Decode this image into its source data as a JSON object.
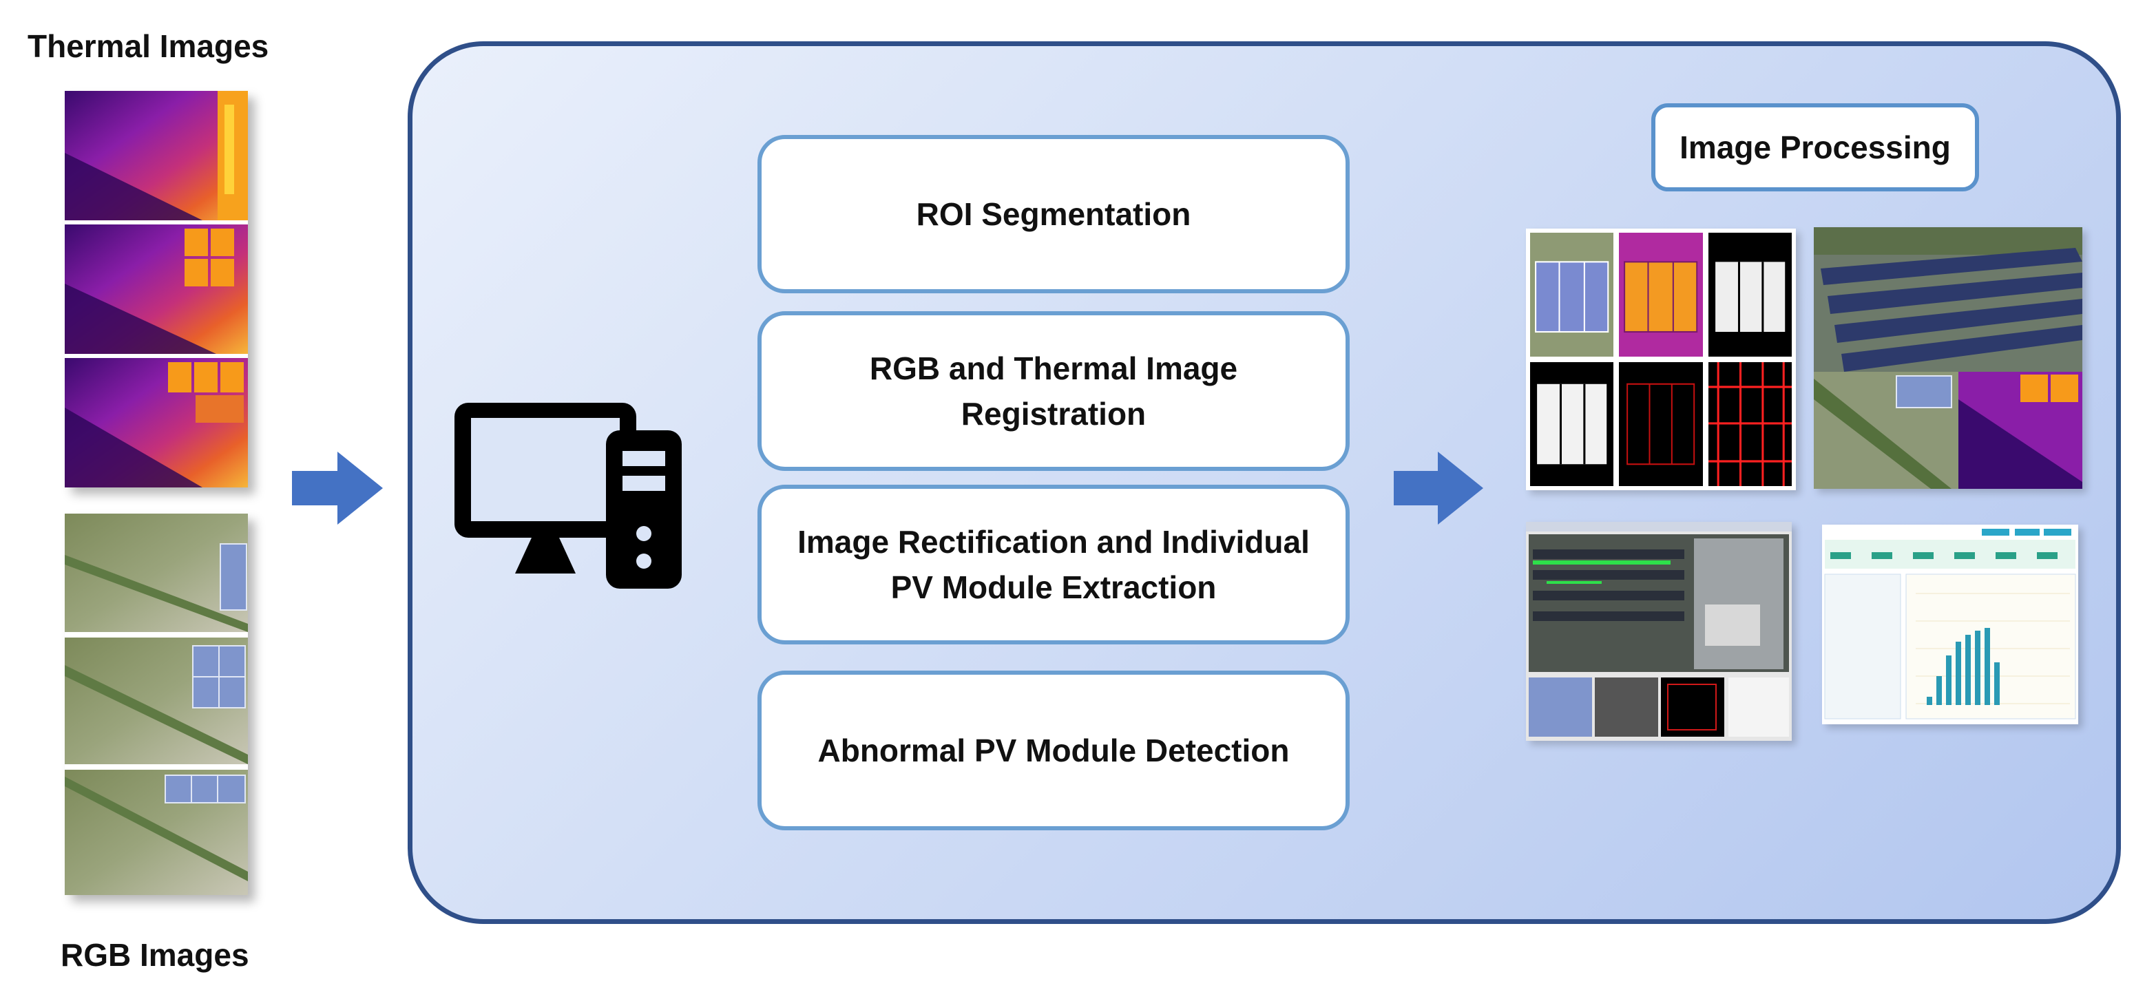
{
  "left": {
    "thermal_label": "Thermal Images",
    "rgb_label": "RGB Images"
  },
  "steps": [
    {
      "label": "ROI Segmentation"
    },
    {
      "label": "RGB and Thermal Image\nRegistration"
    },
    {
      "label": "Image Rectification and Individual\nPV Module Extraction"
    },
    {
      "label": "Abnormal PV Module Detection"
    }
  ],
  "output": {
    "title": "Image Processing"
  },
  "colors": {
    "arrow": "#4472c4",
    "panel_border": "#2f4f89",
    "step_border": "#6a9fd2",
    "computer_icon": "#000000"
  },
  "icons": [
    "computer-icon",
    "arrow-right-icon"
  ]
}
